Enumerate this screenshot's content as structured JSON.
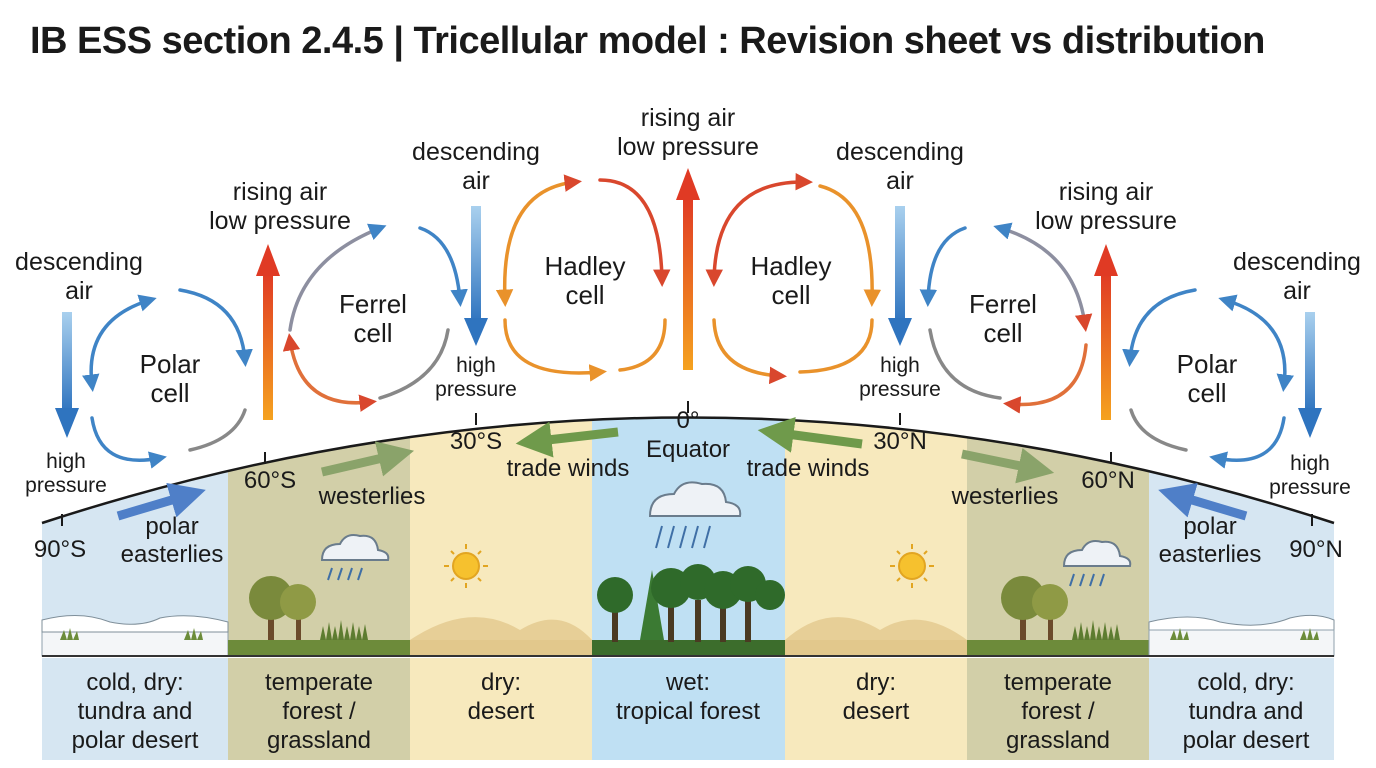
{
  "title": "IB ESS section 2.4.5 | Tricellular model : Revision sheet vs distribution",
  "cells": {
    "polar_s": [
      "Polar",
      "cell"
    ],
    "ferrel_s": [
      "Ferrel",
      "cell"
    ],
    "hadley_s": [
      "Hadley",
      "cell"
    ],
    "hadley_n": [
      "Hadley",
      "cell"
    ],
    "ferrel_n": [
      "Ferrel",
      "cell"
    ],
    "polar_n": [
      "Polar",
      "cell"
    ]
  },
  "air": {
    "equator_rising": [
      "rising air",
      "low pressure"
    ],
    "rising_60s": [
      "rising air",
      "low pressure"
    ],
    "rising_60n": [
      "rising air",
      "low pressure"
    ],
    "descending_30s": [
      "descending",
      "air"
    ],
    "descending_30n": [
      "descending",
      "air"
    ],
    "descending_90s": [
      "descending",
      "air"
    ],
    "descending_90n": [
      "descending",
      "air"
    ],
    "high_30s": [
      "high",
      "pressure"
    ],
    "high_30n": [
      "high",
      "pressure"
    ],
    "high_90s": [
      "high",
      "pressure"
    ],
    "high_90n": [
      "high",
      "pressure"
    ]
  },
  "latitudes": {
    "s90": "90°S",
    "s60": "60°S",
    "s30": "30°S",
    "equator": [
      "0°",
      "Equator"
    ],
    "n30": "30°N",
    "n60": "60°N",
    "n90": "90°N"
  },
  "winds": {
    "trade_s": "trade winds",
    "trade_n": "trade winds",
    "westerlies_s": "westerlies",
    "westerlies_n": "westerlies",
    "polar_east_s": [
      "polar",
      "easterlies"
    ],
    "polar_east_n": [
      "polar",
      "easterlies"
    ]
  },
  "biomes": [
    [
      "cold, dry:",
      "tundra and",
      "polar desert"
    ],
    [
      "temperate",
      "forest /",
      "grassland"
    ],
    [
      "dry:",
      "desert"
    ],
    [
      "wet:",
      "tropical forest"
    ],
    [
      "dry:",
      "desert"
    ],
    [
      "temperate",
      "forest /",
      "grassland"
    ],
    [
      "cold, dry:",
      "tundra and",
      "polar desert"
    ]
  ],
  "colors": {
    "polar_zone": "#d6e6f2",
    "temperate_zone": "#d2cfa8",
    "desert_zone": "#f7e9bd",
    "tropical_zone": "#bfe0f3",
    "rising_air": "#e8562f",
    "descending_air": "#3f84c6",
    "trade_wind": "#6f9a4b",
    "earth_outline": "#1a1a1a"
  }
}
